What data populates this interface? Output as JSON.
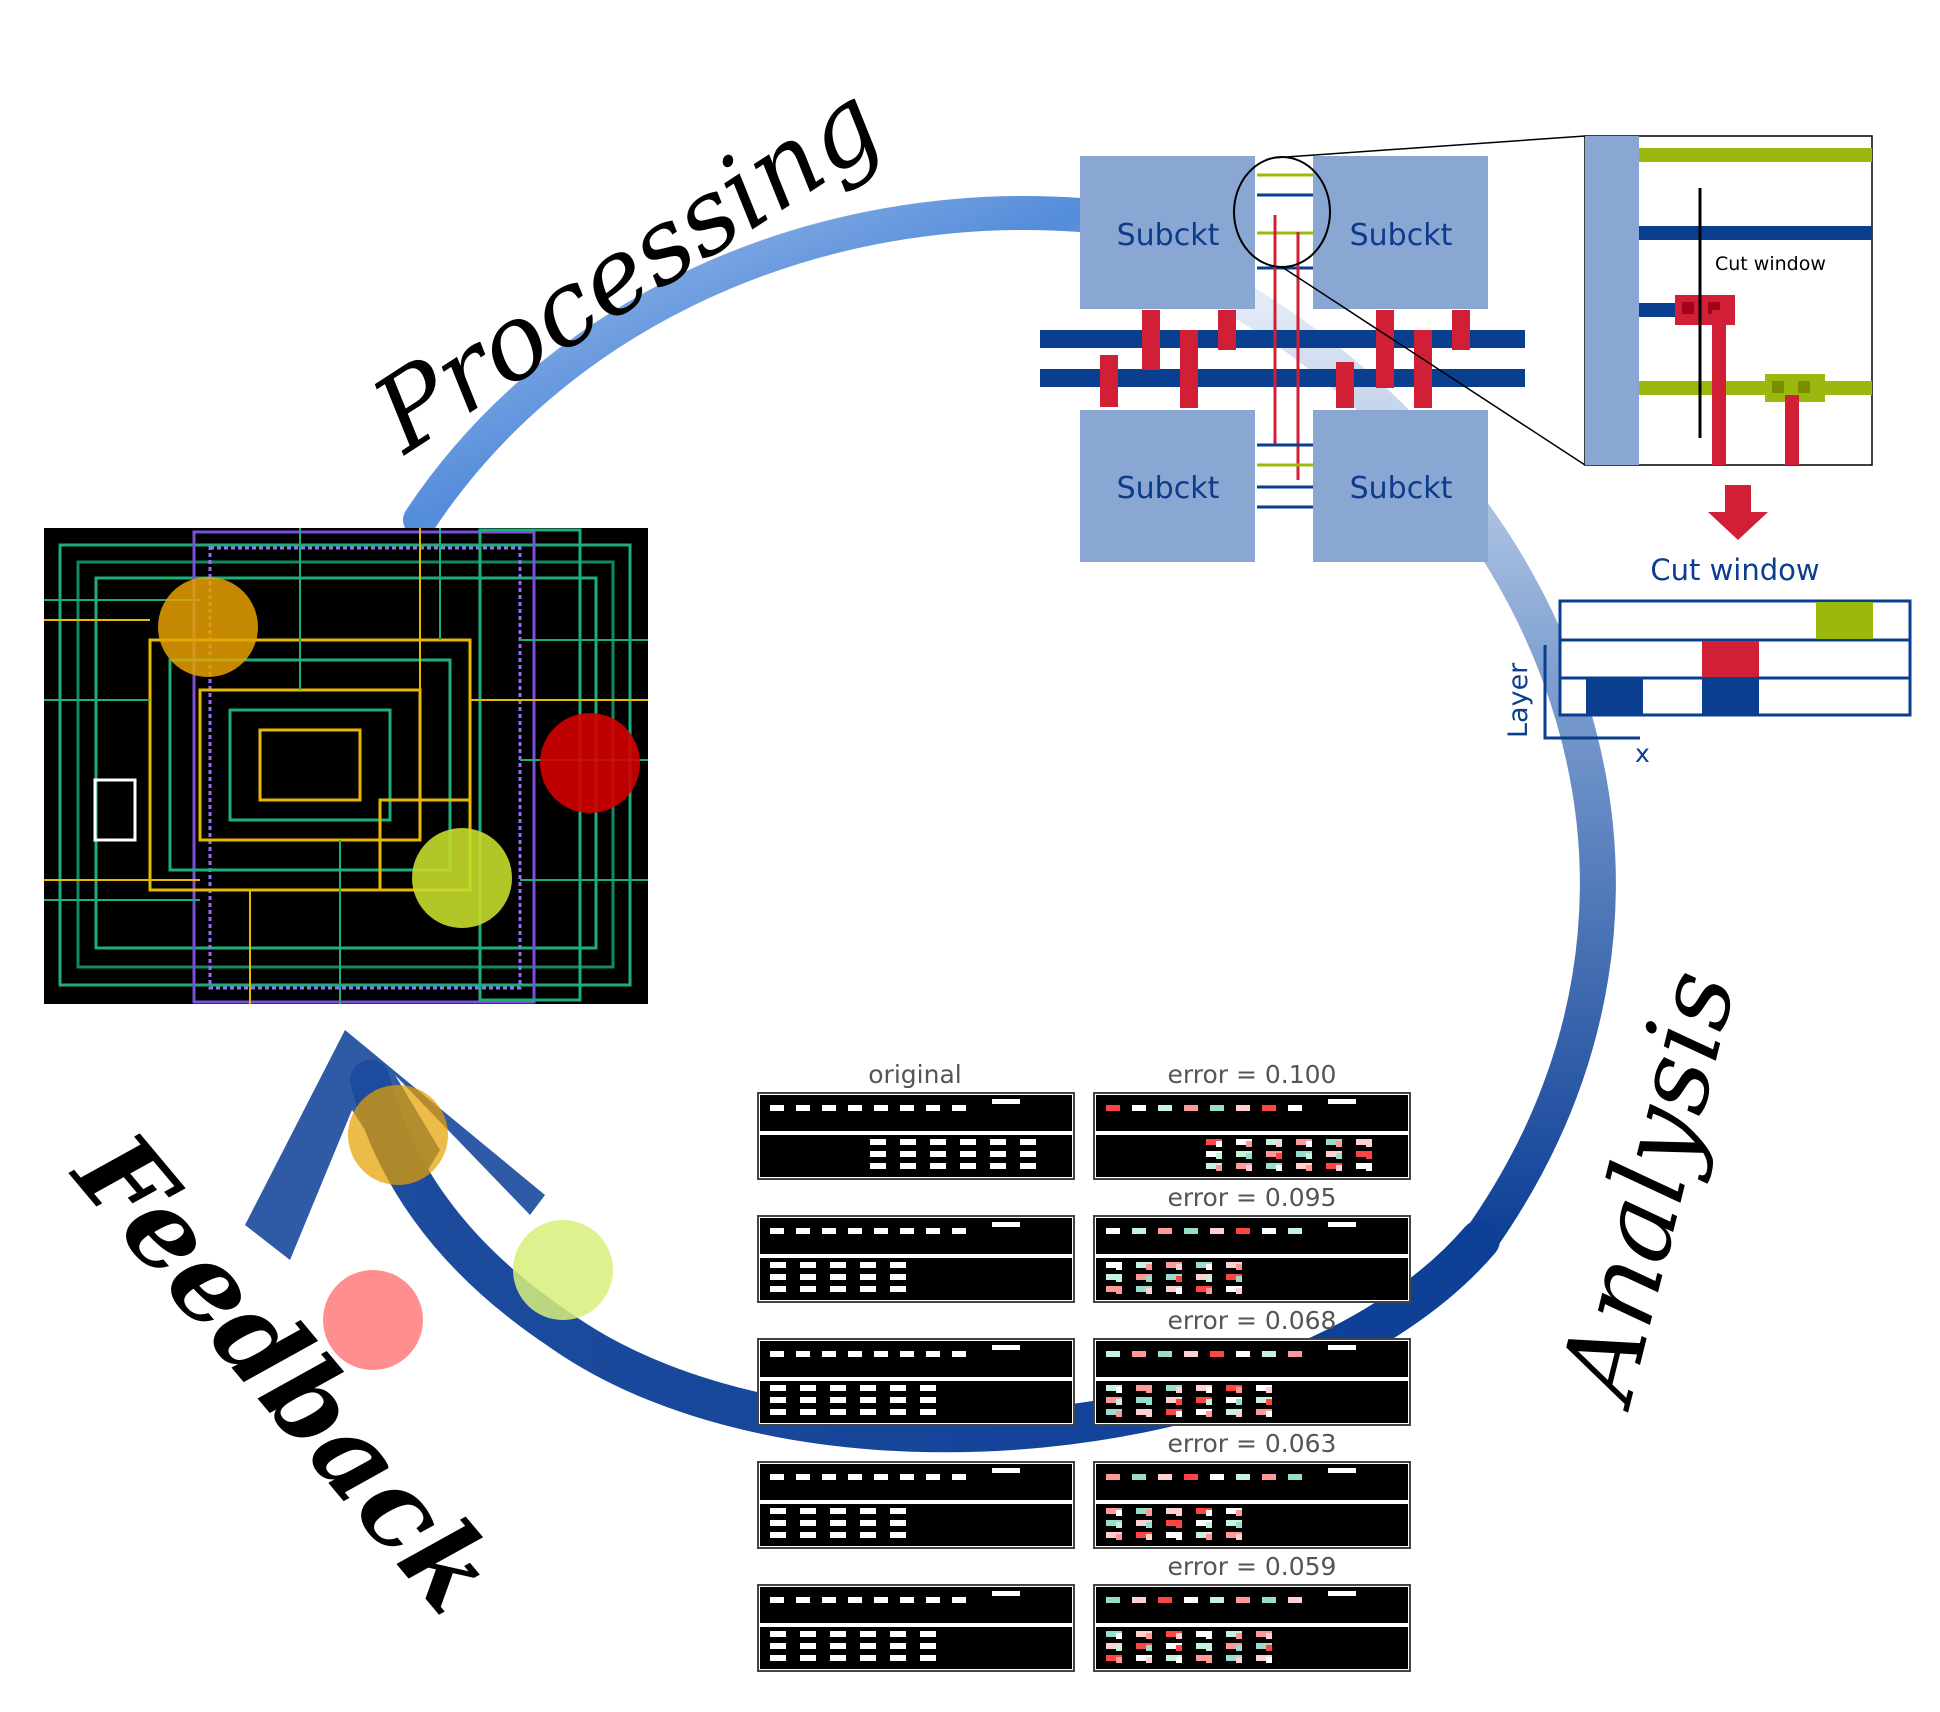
{
  "cycle": {
    "processing_label": "Processing",
    "analysis_label": "Analysis",
    "feedback_label": "Feedback"
  },
  "schematic": {
    "subckt_labels": [
      "Subckt",
      "Subckt",
      "Subckt",
      "Subckt"
    ],
    "zoom_cut_window_label": "Cut window"
  },
  "cut_window_panel": {
    "title": "Cut window",
    "y_axis_label": "Layer",
    "x_axis_label": "x"
  },
  "reconstruction": {
    "original_title": "original",
    "error_titles": [
      "error = 0.100",
      "error = 0.095",
      "error = 0.068",
      "error = 0.063",
      "error = 0.059"
    ]
  },
  "colors": {
    "arrow_light": "#4a86d8",
    "arrow_dark": "#0d3f96",
    "subckt_fill": "#8aa6d3",
    "metal_blue": "#0a3f8f",
    "metal_red": "#d11f35",
    "metal_green": "#9bb80f",
    "marker_orange": "#e6a100",
    "marker_red": "#d40000",
    "marker_lime": "#c6dc2b",
    "marker_pink": "#ff8888"
  }
}
